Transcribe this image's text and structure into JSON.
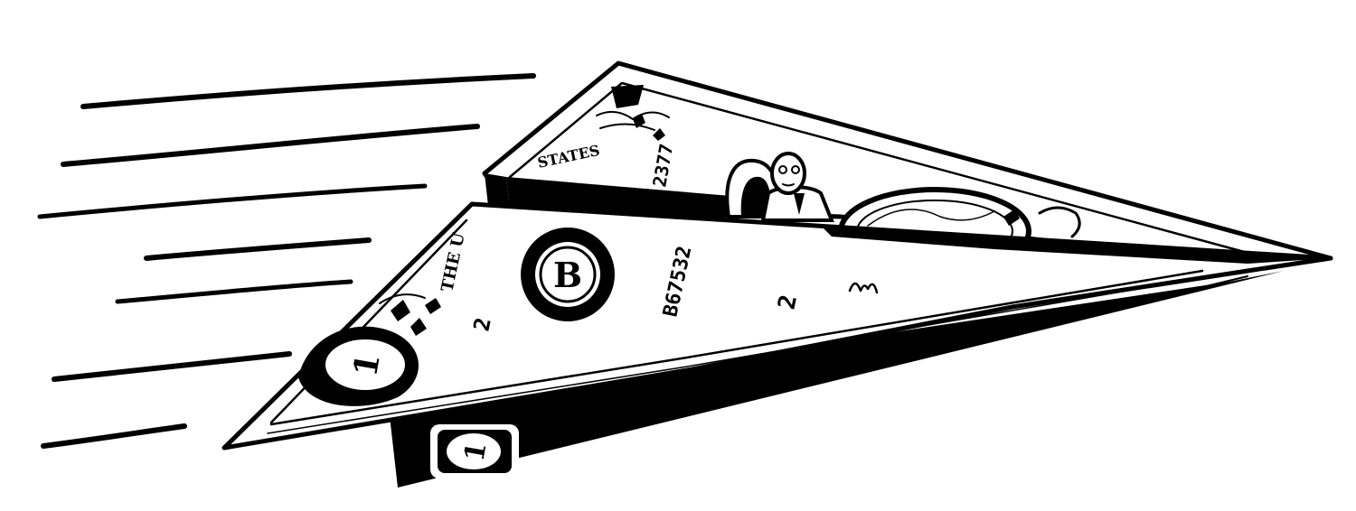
{
  "illustration": {
    "subject": "paper-airplane-dollar-bill",
    "ink_color": "#000000",
    "paper_color": "#ffffff",
    "printed_text": {
      "serial_upper": "2377",
      "serial_lower": "B67532",
      "seal_letter": "B",
      "denomination_left": "2",
      "denomination_mid": "2",
      "denomination_corner": "1",
      "banner_upper": "STATES",
      "banner_lower": "THE U"
    }
  }
}
